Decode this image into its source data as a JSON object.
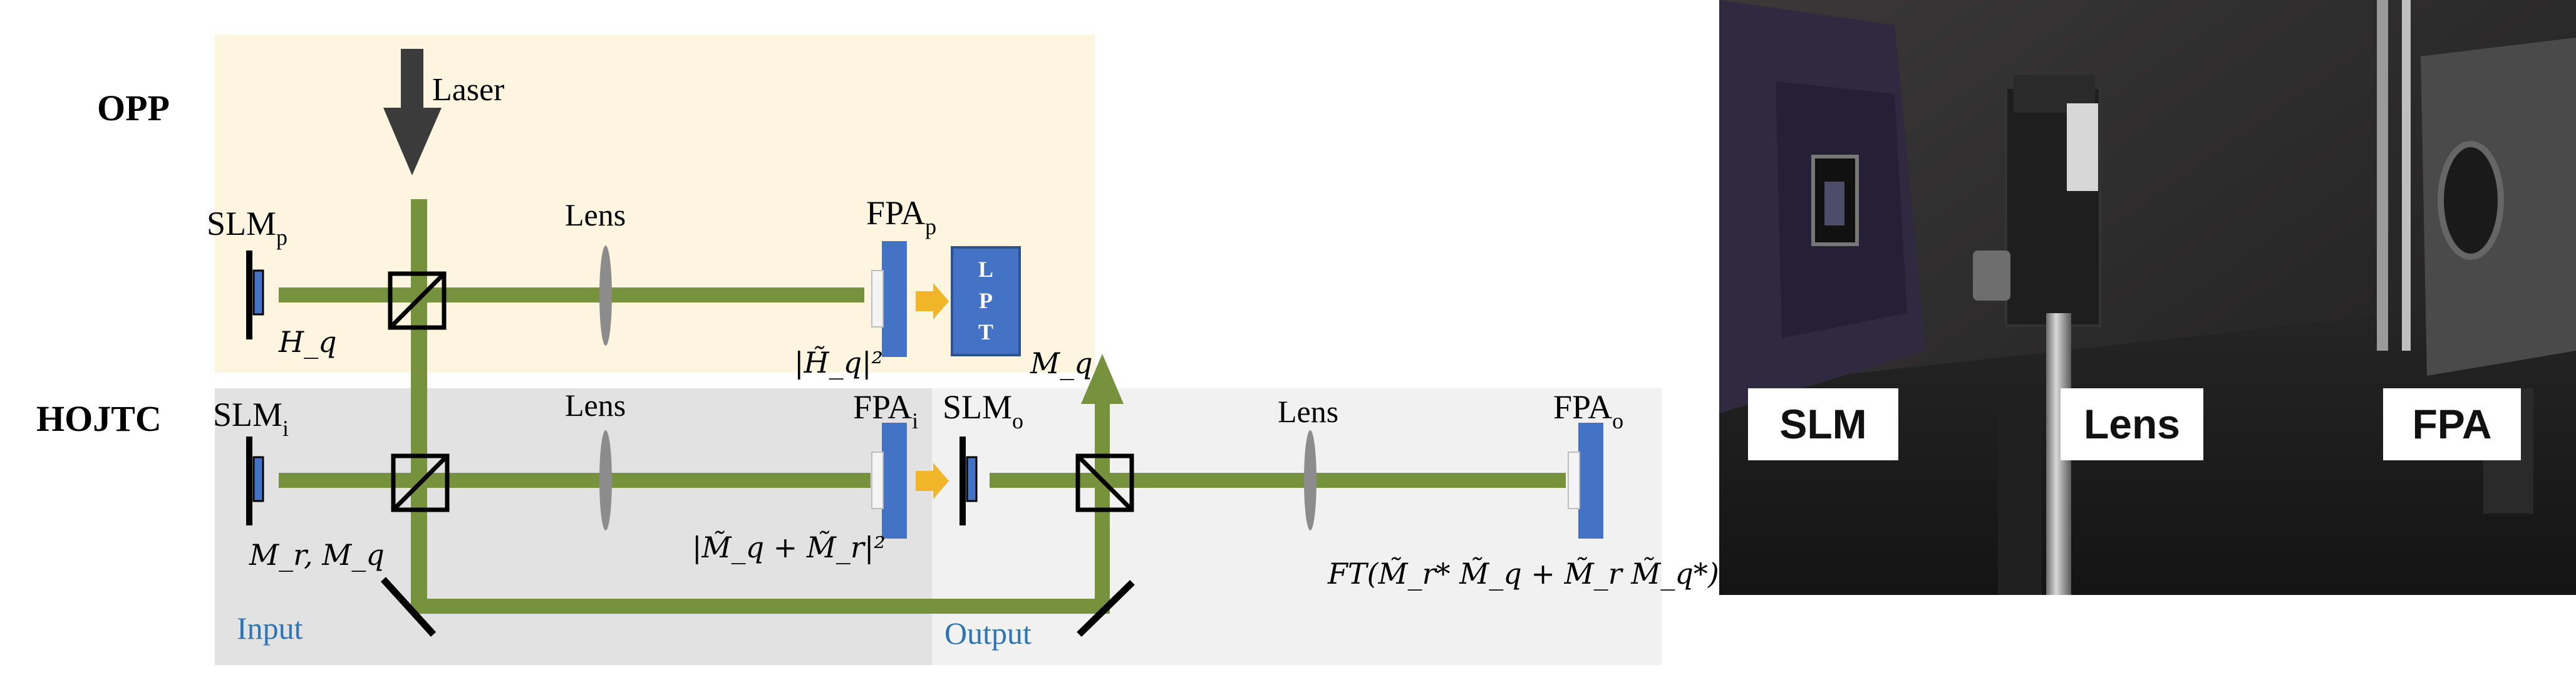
{
  "rows": {
    "opp": "OPP",
    "hojtc": "HOJTC"
  },
  "labels": {
    "laser": "Laser",
    "lens": "Lens",
    "lpt": [
      "L",
      "P",
      "T"
    ],
    "input": "Input",
    "output": "Output"
  },
  "device_labels": {
    "slm_p": {
      "base": "SLM",
      "sub": "p"
    },
    "slm_i": {
      "base": "SLM",
      "sub": "i"
    },
    "slm_o": {
      "base": "SLM",
      "sub": "o"
    },
    "fpa_p": {
      "base": "FPA",
      "sub": "p"
    },
    "fpa_i": {
      "base": "FPA",
      "sub": "i"
    },
    "fpa_o": {
      "base": "FPA",
      "sub": "o"
    }
  },
  "math": {
    "h_q": "H_q",
    "abs_hq": "|H̃_q|²",
    "m_q": "M_q",
    "mr_mq": "M_r, M_q",
    "abs_sum": "|M̃_q + M̃_r|²",
    "ft": "FT(M̃_r* M̃_q + M̃_r M̃_q*)"
  },
  "photo_labels": {
    "slm": "SLM",
    "lens": "Lens",
    "fpa": "FPA"
  },
  "colors": {
    "beam": "#76923c",
    "opp_bg": "#fdf5df",
    "hojtc_bg": "#e2e2e2",
    "output_bg": "#f1f1f1",
    "slm_blue": "#4472c4",
    "arrow_yellow": "#f1b52a",
    "label_blue": "#2e75b6",
    "lens_gray": "#8c8c8c"
  }
}
